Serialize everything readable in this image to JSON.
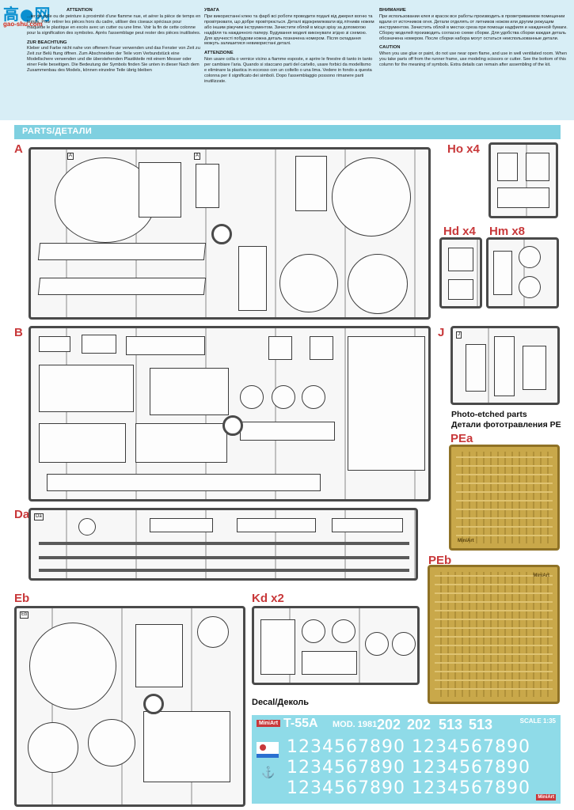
{
  "logo": {
    "text": "高●网",
    "url": "gao-shu.com"
  },
  "instructions": {
    "fr": {
      "heading": "ATTENTION",
      "body": "...ier de colle ou de peinture à proximité d'une flamme nue, et aérer la pièce de temps en temps. Pour retirer les pièces hors du cadre, utiliser des ciseaux spéciaux pour maquette le plastique en excès avec un cutter ou une lime. Voir la fin de cette colonne pour la signification des symboles. Après l'assemblage peut rester des pièces inutilisées."
    },
    "de": {
      "heading": "ZUR BEACHTUNG",
      "body": "Kleber und Farbe nicht nahe von offenem Feuer verwenden und das Fenster von Zeit zu Zeit zur Belü ftung öffnen. Zum Abschneiden der Teile vom Verbundstück eine Modellschere verwenden und die überstehenden Plastikteile mit einem Messer oder einer Feile beseitigen. Die Bedeutung der Symbols finden Sie unten in dieser Nach dem Zusammenbau des Models, können einzelne Teile übrig bleiben"
    },
    "ua": {
      "heading": "УВАГА",
      "body": "При використанні клею та фарб всі роботи проводити подалі від джерел вогню та провітрювати, що добре провітрюється. Деталі відокремлювати від літників ножем або іншим ріжучим інструментом. Зачистити облой в місця зрізу за допомогою надфіля та наждачного паперу. Будування моделі виконувати згідно зі схемою. Для зручності побудови кожна деталь позначена номером. Після складання можуть залишитися невикористані деталі."
    },
    "it": {
      "heading": "ATTENZIONE",
      "body": "Non usare colla o vernice vicino a fiamme esposte, e aprire le finestre di tanto in tanto per cambiare l'aria. Quando si staccano parti del cartello, usare forbici da modellismo e eliminare la plastica in eccesso con un coltello o una lima. Vedere in fondo a questa colonna per il significato dei simboli. Dopo l'assemblaggio possono rimanere parti inutilizzate."
    },
    "ru": {
      "heading": "ВНИМАНИЕ",
      "body": "При использовании клея и красок все работы производить в проветриваемом помещении вдали от источников огня. Детали отделять от литников ножом или другим режущим инструментом. Зачистить облой в местах среза при помощи надфиля и наждачной бумаги. Сборку моделей производить согласно схеме сборки. Для удобства сборки каждая деталь обозначена номером. После сборки набора могут остаться неиспользованные детали."
    },
    "en": {
      "heading": "CAUTION",
      "body": "When you use glue or paint, do not use near open flame, and use in well ventilated room. When you take parts off from the runner frame, use modeling scissors or cutter. See the bottom of this column for the meaning of symbols. Extra details can remain after assembling of the kit."
    }
  },
  "parts_header": "PARTS/ДЕТАЛИ",
  "sprues": {
    "A": {
      "label": "A",
      "tag": "A"
    },
    "B": {
      "label": "B"
    },
    "Da": {
      "label": "Da",
      "tag": "Da"
    },
    "Eb": {
      "label": "Eb",
      "tag": "Eb"
    },
    "Kd": {
      "label": "Kd x2"
    },
    "Ho": {
      "label": "Ho x4"
    },
    "Hd": {
      "label": "Hd x4"
    },
    "Hm": {
      "label": "Hm x8"
    },
    "J": {
      "label": "J",
      "tag": "J"
    }
  },
  "photo_etched": {
    "title_en": "Photo-etched parts",
    "title_ru": "Детали фототравления PE",
    "pea": {
      "label": "PEa",
      "stamp": "MiniArt"
    },
    "peb": {
      "label": "PEb",
      "stamp": "MiniArt"
    }
  },
  "decal": {
    "title": "Decal/Деколь",
    "brand": "MiniArt",
    "model": "T-55A",
    "mod": "MOD. 1981",
    "numbers": [
      "202",
      "202",
      "513",
      "513"
    ],
    "digit_rows": [
      "1234567890 1234567890",
      "1234567890 1234567890",
      "1234567890 1234567890"
    ],
    "scale": "SCALE 1:35",
    "brand_small": "MiniArt"
  },
  "colors": {
    "label_red": "#c8383a",
    "cyan_bar": "#7fd0e0",
    "instructions_bg": "#d8eef6",
    "pe_brass": "#c9a84a",
    "decal_bg": "#8fdbe8"
  }
}
